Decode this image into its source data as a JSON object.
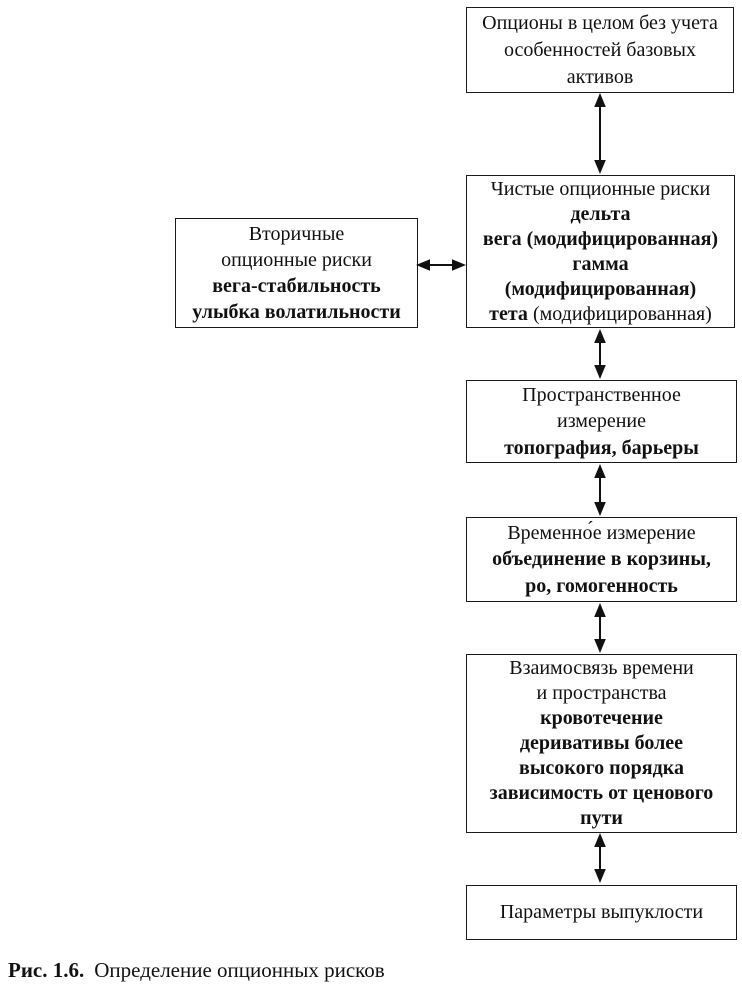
{
  "colors": {
    "background": "#ffffff",
    "text": "#111111",
    "border": "#1a1a1a"
  },
  "connectors": {
    "style": "double-headed-arrow",
    "vertical_count": 5,
    "horizontal_count": 1
  },
  "boxes": {
    "general_options": {
      "line1": "Опционы в целом без учета",
      "line2": "особенностей базовых",
      "line3": "активов"
    },
    "pure_option_risks": {
      "line1": "Чистые опционные риски",
      "line2_bold": "дельта",
      "line3_bold": "вега (модифицированная)",
      "line4_bold": "гамма",
      "line5_bold": "(модифицированная)",
      "line6_bold": "тета",
      "line6_normal": "(модифицированная)"
    },
    "secondary_option_risks": {
      "line1": "Вторичные",
      "line2": "опционные риски",
      "line3_bold": "вега-стабильность",
      "line4_bold": "улыбка волатильности"
    },
    "spatial_dimension": {
      "line1": "Пространственное",
      "line2": "измерение",
      "line3_bold": "топография, барьеры"
    },
    "temporal_dimension": {
      "line1": "Временно́е измерение",
      "line2_bold": "объединение в корзины,",
      "line3_bold": "ро, гомогенность"
    },
    "time_space_relation": {
      "line1": "Взаимосвязь времени",
      "line2": "и пространства",
      "line3_bold": "кровотечение",
      "line4_bold": "деривативы более",
      "line5_bold": "высокого порядка",
      "line6_bold": "зависимость от ценового",
      "line7_bold": "пути"
    },
    "convexity_parameters": {
      "line1": "Параметры выпуклости"
    }
  },
  "figure_caption": {
    "label": "Рис. 1.6.",
    "title": "Определение опционных рисков"
  }
}
